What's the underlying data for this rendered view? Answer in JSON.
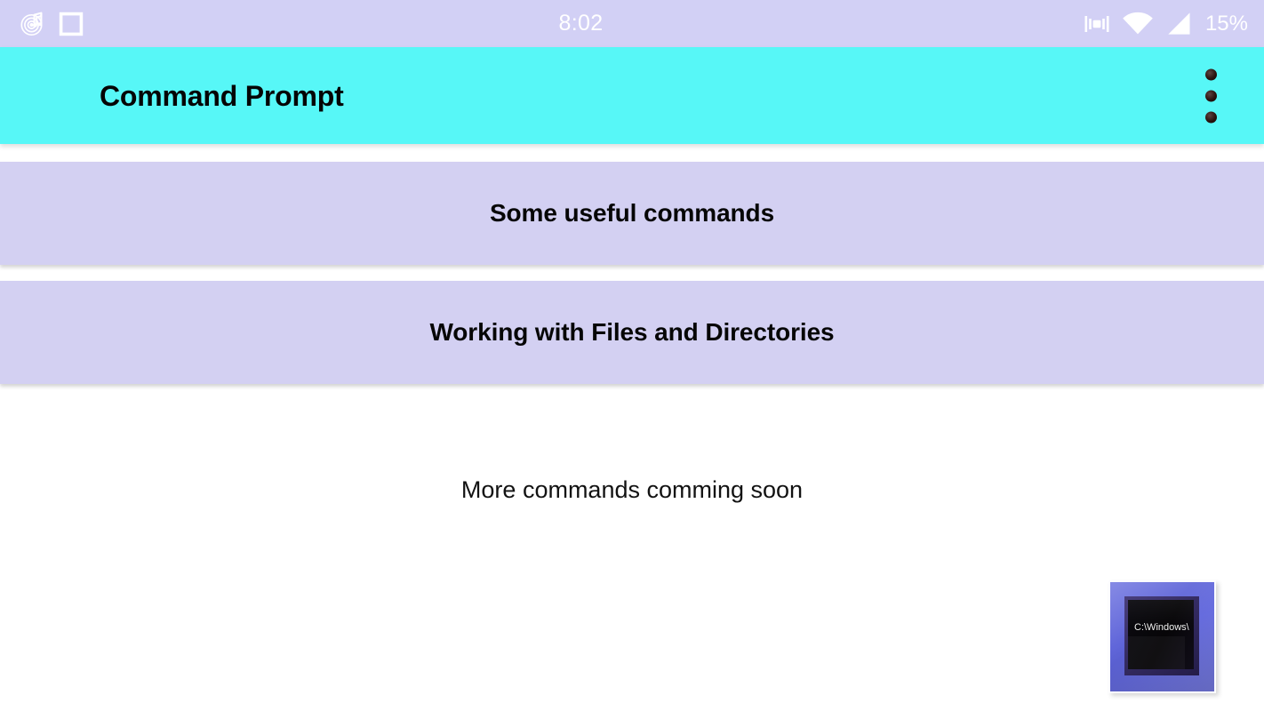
{
  "status_bar": {
    "background_color": "#d2d0f5",
    "clock": "8:02",
    "battery_percent": "15%",
    "left_icons": [
      {
        "name": "music-note-icon",
        "label": "Music player notification"
      },
      {
        "name": "square-outline-icon",
        "label": "Square notification"
      }
    ],
    "right_icons": [
      {
        "name": "vibrate-icon",
        "label": "Vibrate mode"
      },
      {
        "name": "wifi-icon",
        "label": "Wi-Fi signal"
      },
      {
        "name": "cellular-signal-icon",
        "label": "Cellular signal"
      }
    ]
  },
  "app_bar": {
    "title": "Command Prompt",
    "background_color": "#57f7f7",
    "title_color": "#050505",
    "overflow_menu_label": "More options",
    "overflow_dot_count": 3
  },
  "main": {
    "card_color": "#d3d0f2",
    "cards": [
      {
        "label": "Some useful commands"
      },
      {
        "label": "Working with Files and Directories"
      }
    ],
    "footer_note": "More commands comming soon"
  },
  "cmd_icon": {
    "name": "command-prompt-icon",
    "screen_text": "C:\\Windows\\",
    "frame_color": "#6f74e0"
  }
}
